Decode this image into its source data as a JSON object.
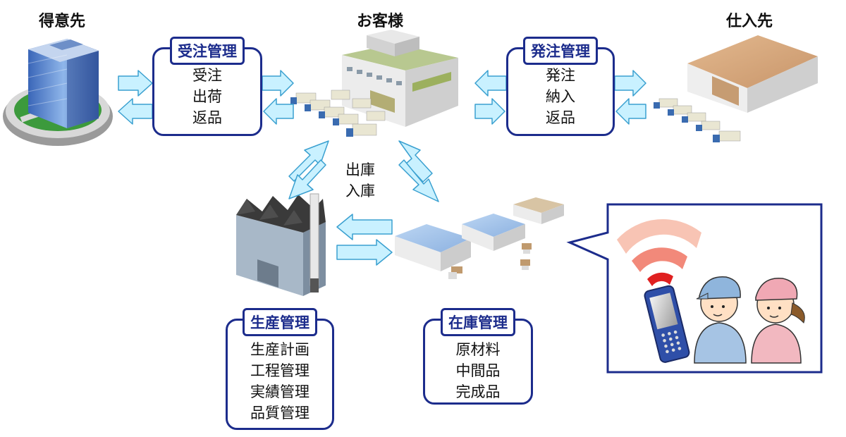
{
  "labels": {
    "tokuisaki": "得意先",
    "okyakusama": "お客様",
    "shiiresaki": "仕入先"
  },
  "juchu": {
    "title": "受注管理",
    "items": [
      "受注",
      "出荷",
      "返品"
    ]
  },
  "hatchu": {
    "title": "発注管理",
    "items": [
      "発注",
      "納入",
      "返品"
    ]
  },
  "seisan": {
    "title": "生産管理",
    "items": [
      "生産計画",
      "工程管理",
      "実績管理",
      "品質管理"
    ]
  },
  "zaiko": {
    "title": "在庫管理",
    "items": [
      "原材料",
      "中間品",
      "完成品"
    ]
  },
  "flow": {
    "items": [
      "出庫",
      "入庫"
    ]
  },
  "colors": {
    "box_border": "#1c2c8c",
    "arrow_fill": "#c9f1ff",
    "arrow_stroke": "#3aa0d0"
  }
}
